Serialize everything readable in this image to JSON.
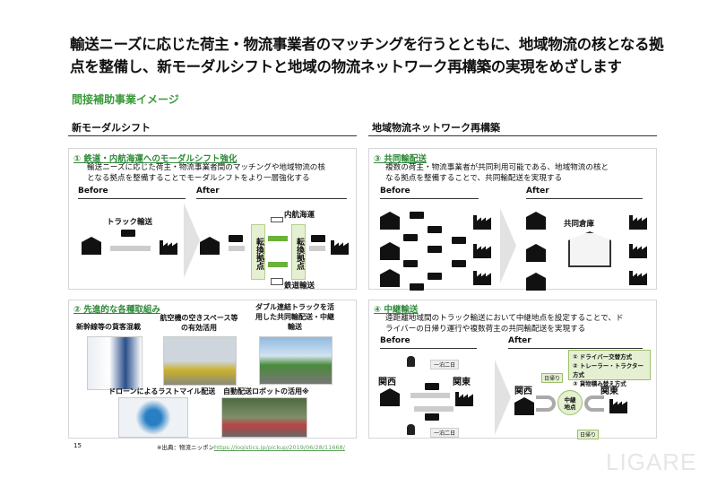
{
  "title": {
    "line1": "輸送ニーズに応じた荷主・物流事業者のマッチングを行うとともに、地域物流の核となる拠",
    "line2": "点を整備し、新モーダルシフトと地域の物流ネットワーク再構築の実現をめざします"
  },
  "subtitle": "間接補助事業イメージ",
  "left_section": "新モーダルシフト",
  "right_section": "地域物流ネットワーク再構築",
  "box1": {
    "heading": "① 鉄道・内航海運へのモーダルシフト強化",
    "desc1": "輸送ニーズに応じた荷主・物流事業者間のマッチングや地域物流の核",
    "desc2": "となる拠点を整備することでモーダルシフトをより一層強化する",
    "before": "Before",
    "after": "After",
    "truck": "トラック輸送",
    "sea": "内航海運",
    "rail": "鉄道輸送",
    "node": "転換拠点"
  },
  "box2": {
    "heading": "② 先進的な各種取組み",
    "items": [
      "新幹線等の貨客混載",
      "航空機の空きスペース等の有効活用",
      "ダブル連結トラックを活用した共同輸配送・中継輸送",
      "ドローンによるラストマイル配送",
      "自動配送ロボットの活用※"
    ]
  },
  "box3": {
    "heading": "③ 共同輸配送",
    "desc1": "複数の荷主・物流事業者が共同利用可能である、地域物流の核と",
    "desc2": "なる拠点を整備することで、共同輸配送を実現する",
    "before": "Before",
    "after": "After",
    "warehouse": "共同倉庫"
  },
  "box4": {
    "heading": "④ 中継輸送",
    "desc1": "遠距離地域間のトラック輸送において中継地点を設定することで、ド",
    "desc2": "ライバーの日帰り運行や複数荷主の共同輸配送を実現する",
    "before": "Before",
    "after": "After",
    "kansai": "関西",
    "kanto": "関東",
    "overnight": "一泊二日",
    "daytrip": "日帰り",
    "relay": "中継地点",
    "methods": [
      "① ドライバー交替方式",
      "② トレーラー・トラクター方式",
      "③ 貨物積み替え方式"
    ]
  },
  "footer": {
    "page": "15",
    "source": "※出典：物流ニッポン",
    "url": "https://logistics.jp/pickup/2019/06/28/11668/"
  },
  "watermark": "LIGARE"
}
